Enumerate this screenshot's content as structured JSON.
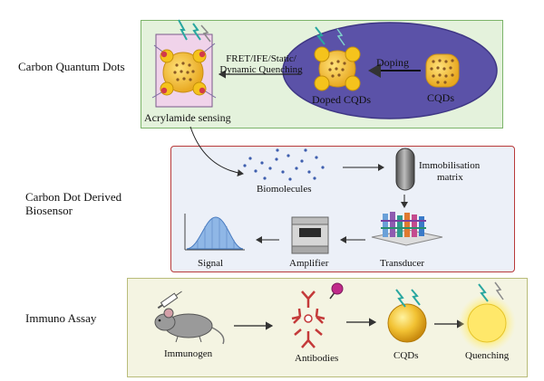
{
  "rows": {
    "cqd": "Carbon Quantum Dots",
    "biosensor_line1": "Carbon Dot Derived",
    "biosensor_line2": "Biosensor",
    "immuno": "Immuno Assay"
  },
  "cqd_panel": {
    "mechanism_line1": "FRET/IFE/Static/",
    "mechanism_line2": "Dynamic Quenching",
    "doping": "Doping",
    "doped_cqds": "Doped CQDs",
    "cqds": "CQDs",
    "acrylamide": "Acrylamide sensing"
  },
  "biosensor_panel": {
    "biomolecules": "Biomolecules",
    "immobilisation_line1": "Immobilisation",
    "immobilisation_line2": "matrix",
    "transducer": "Transducer",
    "amplifier": "Amplifier",
    "signal": "Signal"
  },
  "immuno_panel": {
    "immunogen": "Immunogen",
    "antibodies": "Antibodies",
    "cqds": "CQDs",
    "quenching": "Quenching"
  },
  "colors": {
    "cqd_panel_fill": "#e4f2dc",
    "cqd_panel_border": "#7cb46a",
    "ellipse_fill": "#5b52a8",
    "biosensor_fill": "#ecf0f8",
    "biosensor_border": "#b83a3a",
    "immuno_fill": "#f4f4e2",
    "immuno_border": "#b9bc7a",
    "qd_gold": "#f2c233",
    "qd_dot_brown": "#8b5a24"
  }
}
